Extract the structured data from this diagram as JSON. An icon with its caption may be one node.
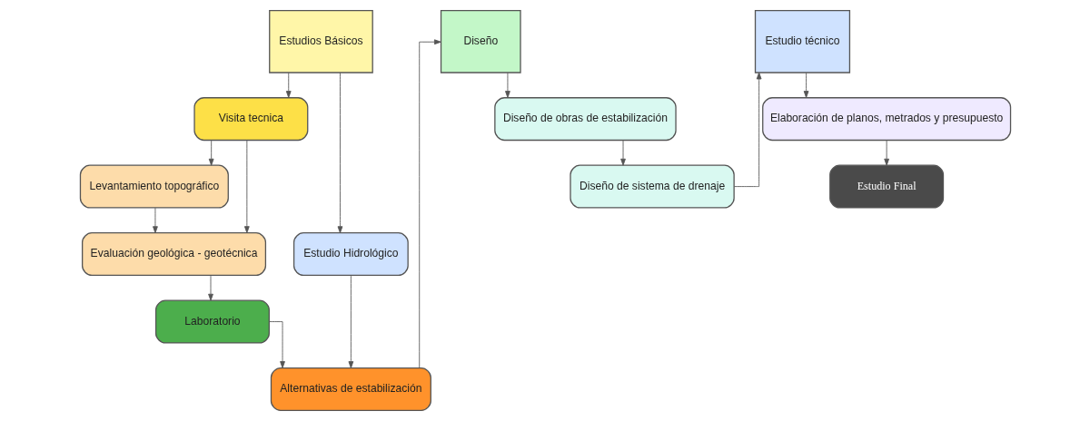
{
  "diagram": {
    "nodes": [
      {
        "text": [
          "Estudios Básicos"
        ]
      },
      {
        "text": [
          "Visita tecnica"
        ]
      },
      {
        "text": [
          "Levantamiento topográfico"
        ]
      },
      {
        "text": [
          "Evaluación geológica - geotécnica"
        ]
      },
      {
        "text": [
          "Estudio Hidrológico"
        ]
      },
      {
        "text": [
          "Laboratorio"
        ]
      },
      {
        "text": [
          "Alternativas de estabilización"
        ]
      },
      {
        "text": [
          "Diseño"
        ]
      },
      {
        "text": [
          "Diseño de obras de estabilización"
        ]
      },
      {
        "text": [
          "Diseño de sistema de drenaje"
        ]
      },
      {
        "text": [
          "Estudio técnico"
        ]
      },
      {
        "text": [
          "Elaboración de planos, metrados y presupuesto"
        ]
      },
      {
        "text": [
          "Estudio Final"
        ]
      }
    ],
    "edges": [
      {
        "from": 0,
        "to": 1,
        "arrow": "to"
      },
      {
        "from": 0,
        "to": 4,
        "arrow": "to"
      },
      {
        "from": 1,
        "to": 2,
        "arrow": "to"
      },
      {
        "from": 1,
        "to": 3,
        "arrow": "to"
      },
      {
        "from": 2,
        "to": 3,
        "arrow": "to"
      },
      {
        "from": 3,
        "to": 5,
        "arrow": "to"
      },
      {
        "from": 5,
        "to": 6,
        "arrow": "to"
      },
      {
        "from": 4,
        "to": 6,
        "arrow": "to"
      },
      {
        "from": 6,
        "to": 7,
        "arrow": "to"
      },
      {
        "from": 7,
        "to": 8,
        "arrow": "to"
      },
      {
        "from": 8,
        "to": 9,
        "arrow": "to"
      },
      {
        "from": 9,
        "to": 10,
        "arrow": "to"
      },
      {
        "from": 10,
        "to": 11,
        "arrow": "to"
      },
      {
        "from": 11,
        "to": 12,
        "arrow": "to"
      }
    ]
  }
}
